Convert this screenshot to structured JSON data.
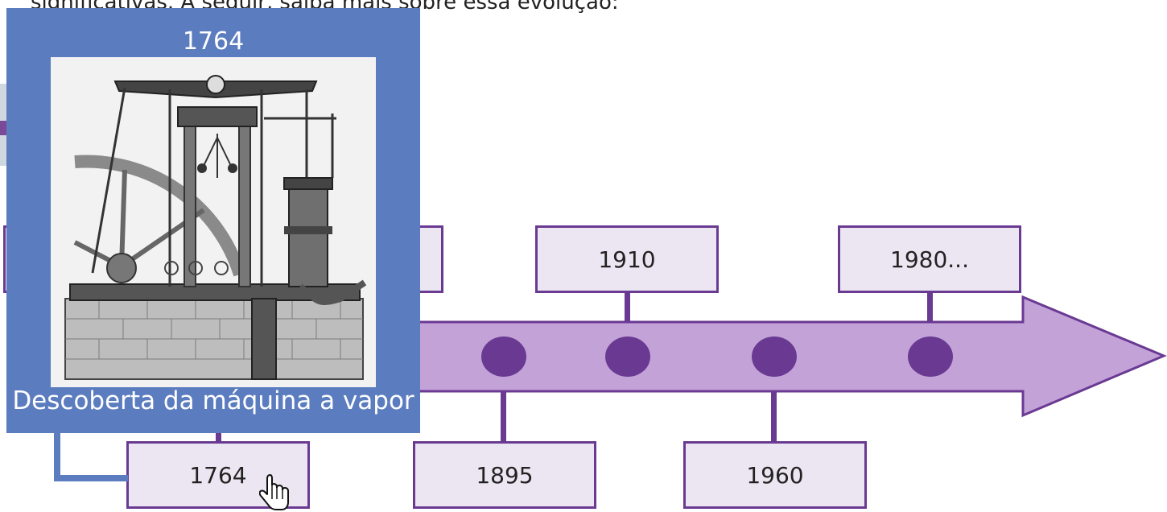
{
  "intro": {
    "text": "significativas. A seguir, saiba mais sobre essa evolução:"
  },
  "colors": {
    "arrow_fill": "#c3a2d8",
    "accent_purple": "#6a3a93",
    "box_fill": "#ece6f2",
    "tooltip_blue": "#5b7cbf",
    "tooltip_text": "#ffffff"
  },
  "timeline": {
    "milestones": [
      {
        "label": "1764",
        "position": "below"
      },
      {
        "label": "",
        "position": "above"
      },
      {
        "label": "1895",
        "position": "below"
      },
      {
        "label": "1910",
        "position": "above"
      },
      {
        "label": "1960",
        "position": "below"
      },
      {
        "label": "1980...",
        "position": "above"
      }
    ]
  },
  "tooltip": {
    "year": "1764",
    "image_icon": "steam-engine-engraving-icon",
    "caption": "Descoberta da máquina a vapor"
  },
  "cursor": {
    "icon": "hand-pointer-icon"
  }
}
